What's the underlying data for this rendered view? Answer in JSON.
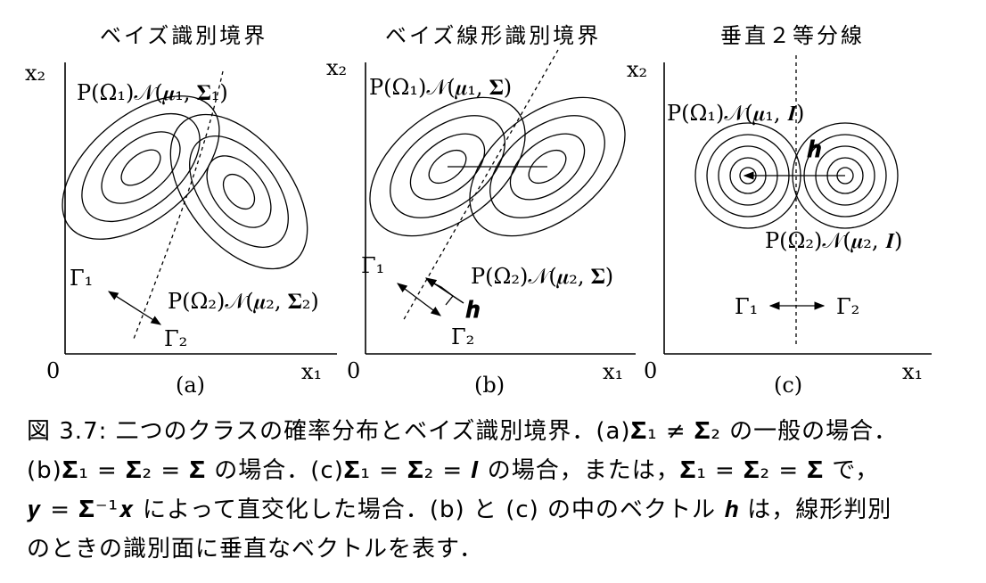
{
  "panels": [
    {
      "title": "ベイズ識別境界",
      "axis_y": "x₂",
      "axis_x": "x₁",
      "origin": "0",
      "dist1": "P(Ω₁)𝒩(𝝁₁, 𝚺₁)",
      "dist2": "P(Ω₂)𝒩(𝝁₂, 𝚺₂)",
      "region1": "Γ₁",
      "region2": "Γ₂",
      "sublabel": "(a)"
    },
    {
      "title": "ベイズ線形識別境界",
      "axis_y": "x₂",
      "axis_x": "x₁",
      "origin": "0",
      "dist1": "P(Ω₁)𝒩(𝝁₁, 𝚺)",
      "dist2": "P(Ω₂)𝒩(𝝁₂, 𝚺)",
      "vector": "𝒉",
      "region1": "Γ₁",
      "region2": "Γ₂",
      "sublabel": "(b)"
    },
    {
      "title": "垂直２等分線",
      "axis_y": "x₂",
      "axis_x": "x₁",
      "origin": "0",
      "dist1": "P(Ω₁)𝒩(𝝁₁, 𝑰)",
      "dist2": "P(Ω₂)𝒩(𝝁₂, 𝑰)",
      "vector": "𝒉",
      "region1": "Γ₁",
      "region2": "Γ₂",
      "sublabel": "(c)"
    }
  ],
  "caption": {
    "line1": "図 3.7: 二つのクラスの確率分布とベイズ識別境界．(a)𝚺₁ ≠ 𝚺₂ の一般の場合．",
    "line2": "(b)𝚺₁ = 𝚺₂ = 𝚺 の場合．(c)𝚺₁ = 𝚺₂ = 𝑰 の場合，または，𝚺₁ = 𝚺₂ = 𝚺 で，",
    "line3": "𝒚 = 𝚺⁻¹𝒙 によって直交化した場合．(b) と (c) の中のベクトル 𝒉 は，線形判別",
    "line4": "のときの識別面に垂直なベクトルを表す．"
  }
}
